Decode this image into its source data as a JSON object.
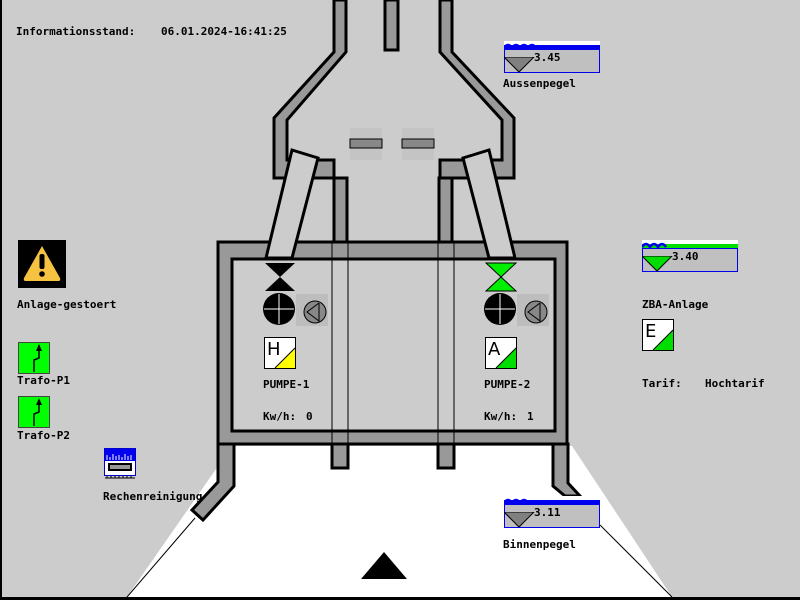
{
  "header": {
    "info_label": "Informationsstand:",
    "timestamp": "06.01.2024-16:41:25"
  },
  "levels": {
    "aussen": {
      "label": "Aussenpegel",
      "value": "3.45",
      "color": "#0000ee",
      "marker_color": "#808080"
    },
    "zba": {
      "label": "",
      "value": "3.40",
      "color": "#00dd00",
      "marker_color": "#00dd00"
    },
    "binnen": {
      "label": "Binnenpegel",
      "value": "3.11",
      "color": "#0000ee",
      "marker_color": "#808080"
    }
  },
  "alarm": {
    "label": "Anlage-gestoert",
    "icon": "warning-icon"
  },
  "trafos": [
    {
      "label": "Trafo-P1",
      "icon": "trafo-icon",
      "color": "#00ff00"
    },
    {
      "label": "Trafo-P2",
      "icon": "trafo-icon",
      "color": "#00ff00"
    }
  ],
  "rake": {
    "label": "Rechenreinigung",
    "icon": "rake-cleaning-icon"
  },
  "zba": {
    "label": "ZBA-Anlage",
    "mode": "E",
    "mode_color": "#00dd00"
  },
  "tariff": {
    "label": "Tarif:",
    "value": "Hochtarif"
  },
  "pumps": [
    {
      "name": "PUMPE-1",
      "mode": "H",
      "mode_color": "#ffff00",
      "valve_color": "#000000",
      "kwh_label": "Kw/h:",
      "kwh": "0"
    },
    {
      "name": "PUMPE-2",
      "mode": "A",
      "mode_color": "#00dd00",
      "valve_color": "#00ee00",
      "kwh_label": "Kw/h:",
      "kwh": "1"
    }
  ]
}
